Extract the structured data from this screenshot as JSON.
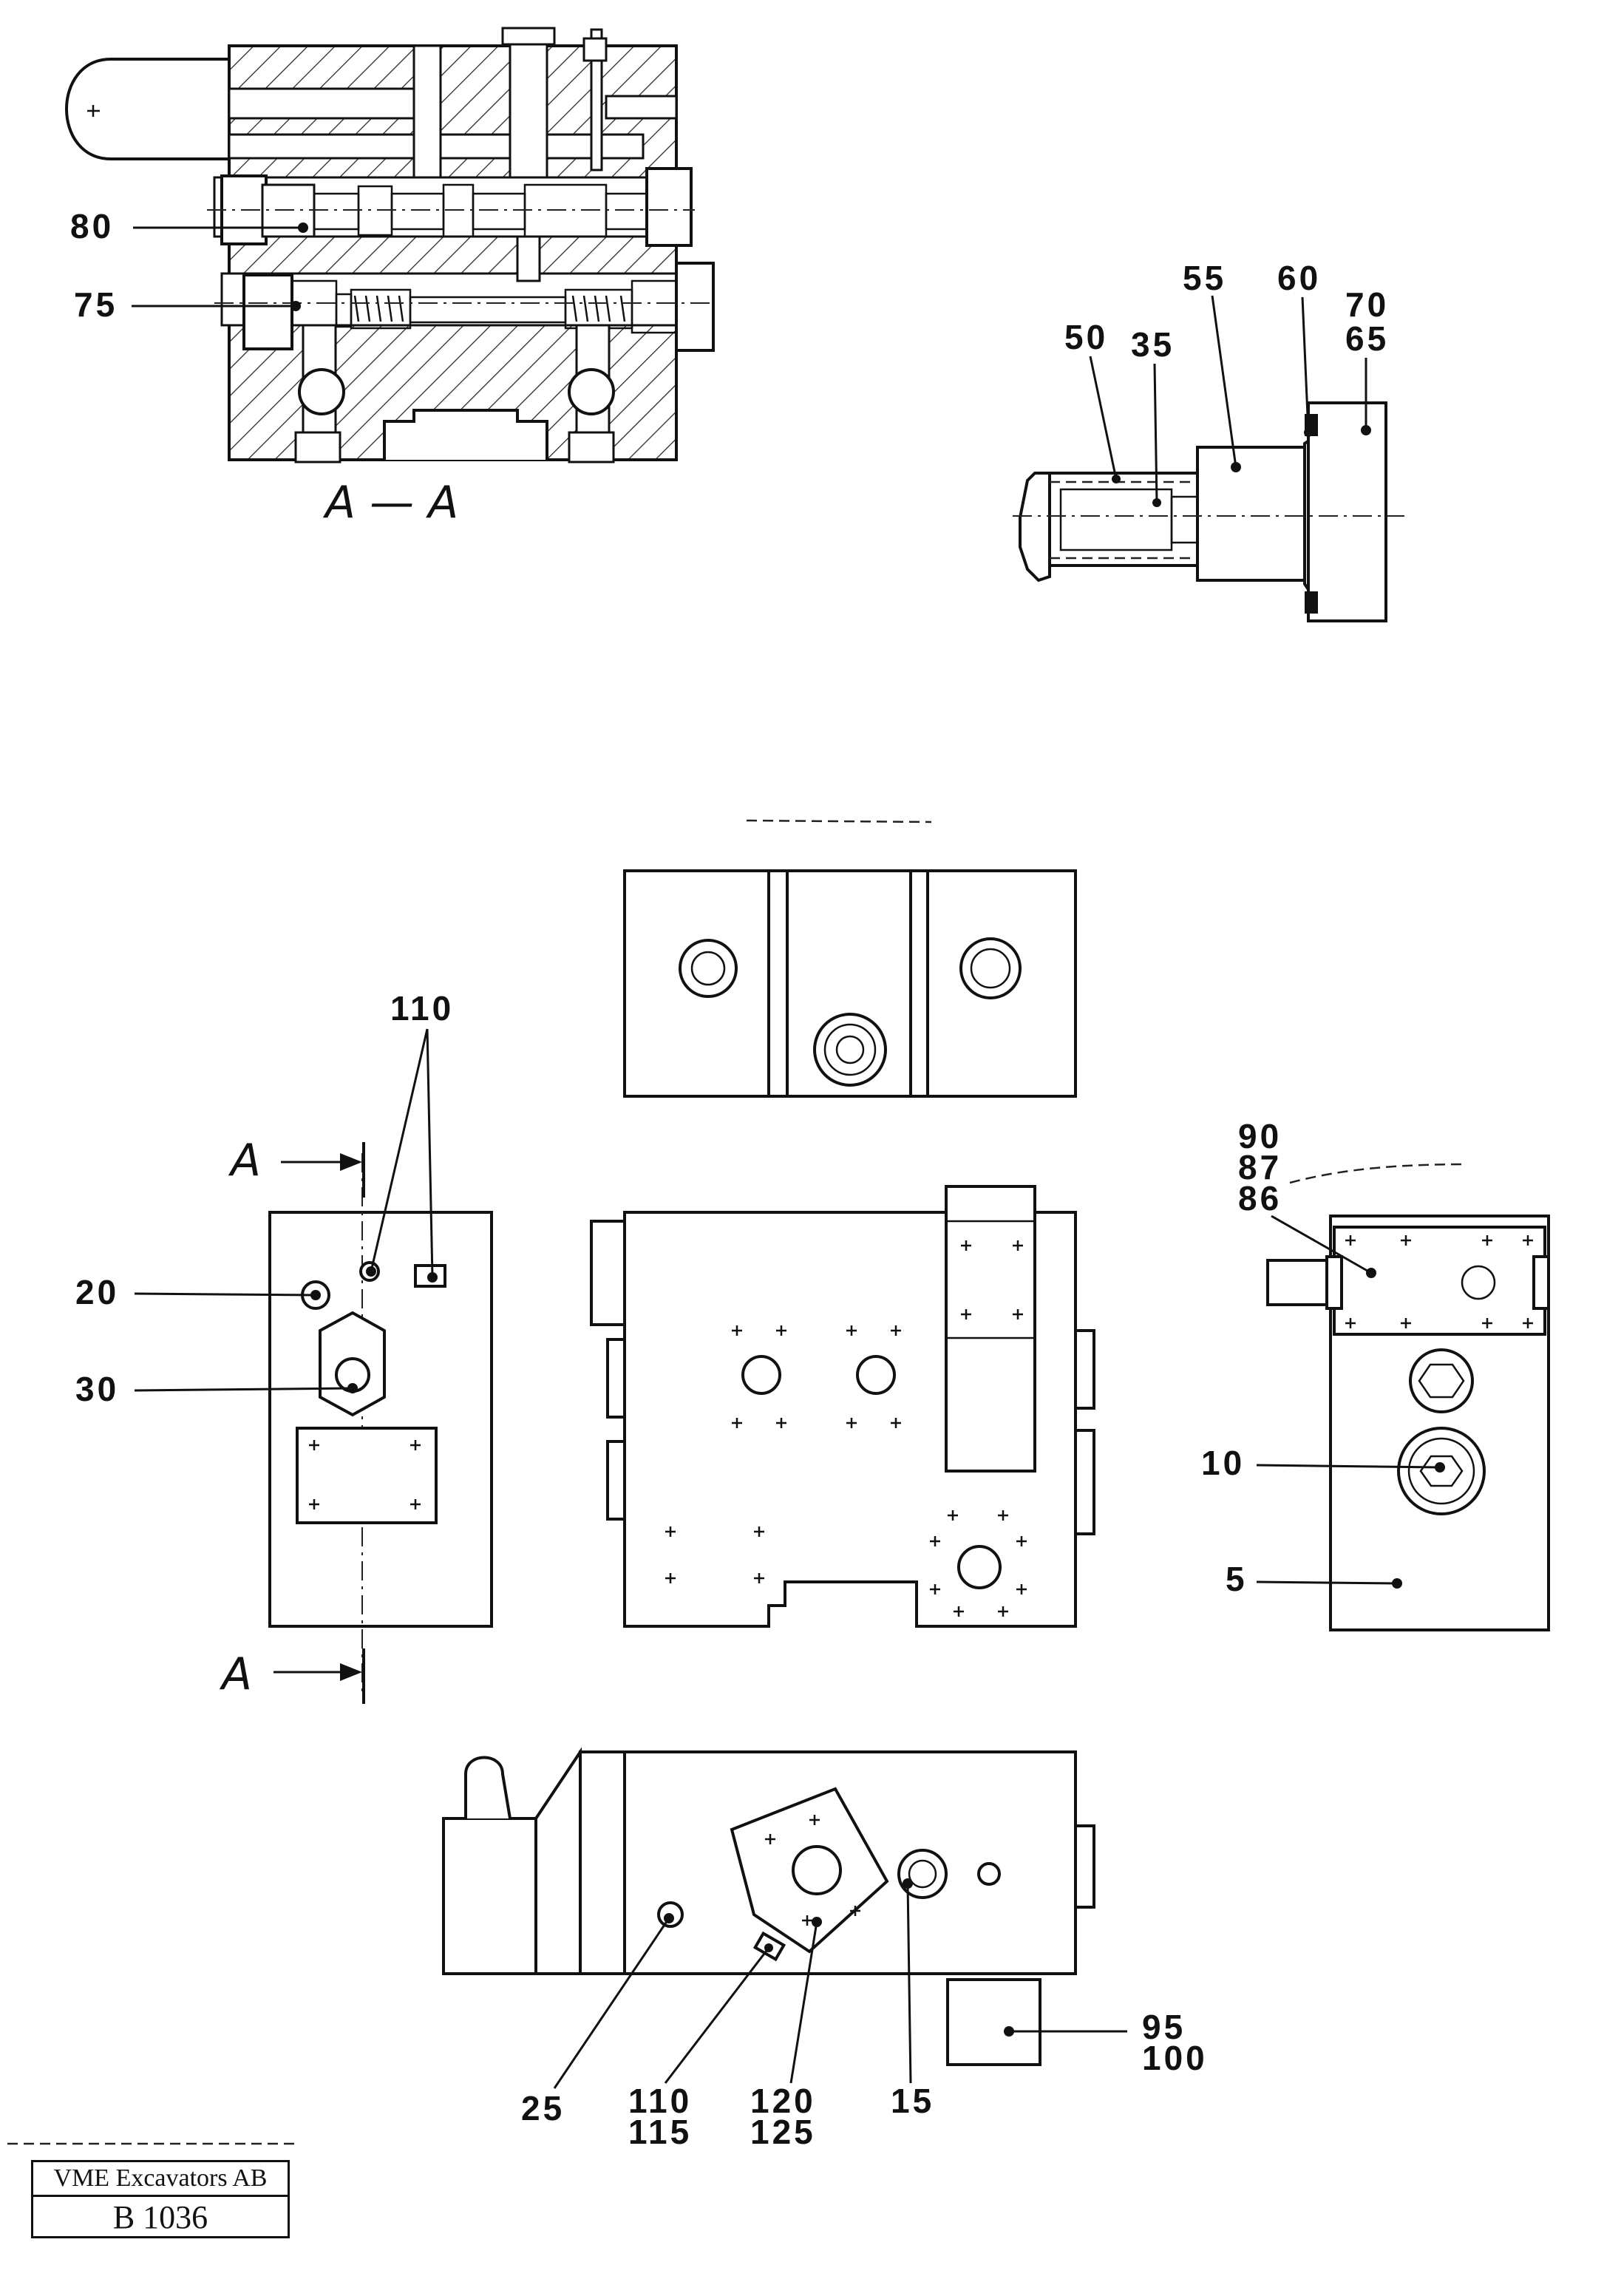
{
  "section_labels": {
    "section": "A — A",
    "arrow_top": "A",
    "arrow_bottom": "A"
  },
  "callouts": {
    "c80": "80",
    "c75": "75",
    "c55": "55",
    "c60": "60",
    "c70": "70",
    "c65": "65",
    "c50": "50",
    "c35": "35",
    "c110_top": "110",
    "c20": "20",
    "c30": "30",
    "c90": "90",
    "c87": "87",
    "c86": "86",
    "c10": "10",
    "c5": "5",
    "c95": "95",
    "c100": "100",
    "c25": "25",
    "c110_bottom": "110",
    "c115": "115",
    "c120": "120",
    "c125": "125",
    "c15": "15"
  },
  "title_block": {
    "company": "VME Excavators AB",
    "drawing_number": "B 1036"
  }
}
